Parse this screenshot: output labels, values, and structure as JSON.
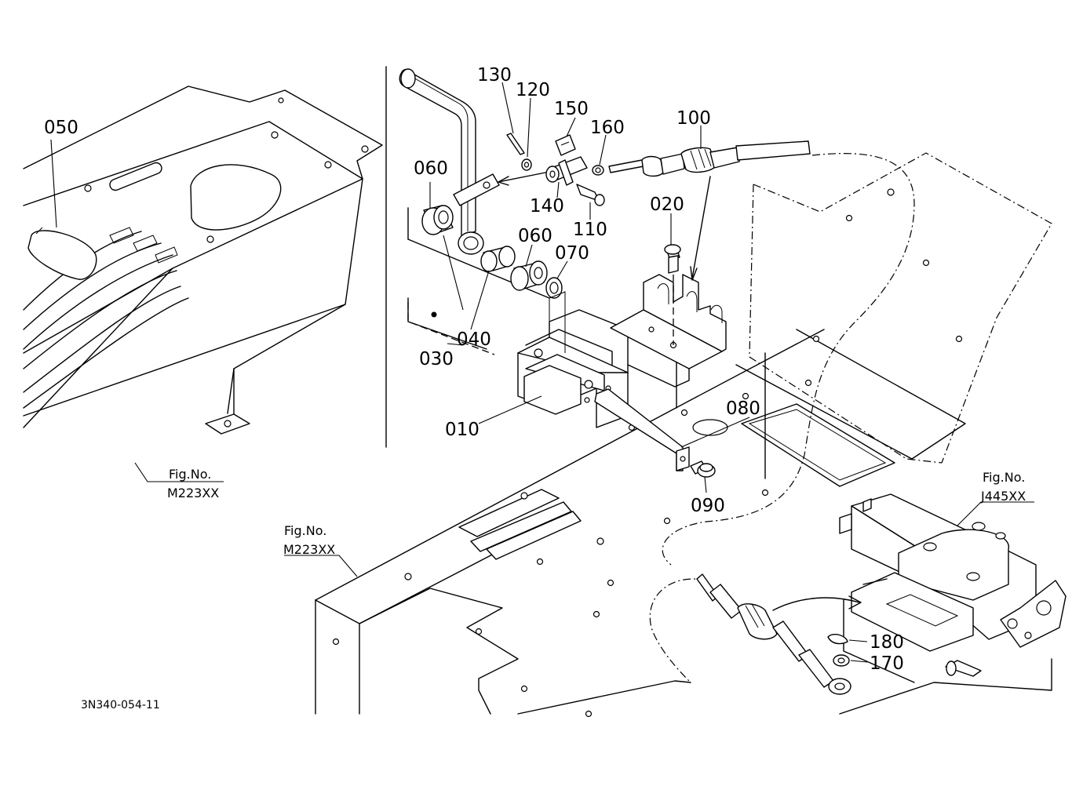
{
  "diagram": {
    "parts": [
      {
        "id": "p010",
        "label": "010"
      },
      {
        "id": "p020",
        "label": "020"
      },
      {
        "id": "p030",
        "label": "030"
      },
      {
        "id": "p040",
        "label": "040"
      },
      {
        "id": "p050",
        "label": "050"
      },
      {
        "id": "p060a",
        "label": "060"
      },
      {
        "id": "p060b",
        "label": "060"
      },
      {
        "id": "p070",
        "label": "070"
      },
      {
        "id": "p080",
        "label": "080"
      },
      {
        "id": "p090",
        "label": "090"
      },
      {
        "id": "p100",
        "label": "100"
      },
      {
        "id": "p110",
        "label": "110"
      },
      {
        "id": "p120",
        "label": "120"
      },
      {
        "id": "p130",
        "label": "130"
      },
      {
        "id": "p140",
        "label": "140"
      },
      {
        "id": "p150",
        "label": "150"
      },
      {
        "id": "p160",
        "label": "160"
      },
      {
        "id": "p170",
        "label": "170"
      },
      {
        "id": "p180",
        "label": "180"
      }
    ],
    "figure_refs": [
      {
        "id": "ref-left",
        "line1": "Fig.No.",
        "line2": "M223XX"
      },
      {
        "id": "ref-center",
        "line1": "Fig.No.",
        "line2": "M223XX"
      },
      {
        "id": "ref-right",
        "line1": "Fig.No.",
        "line2": "J445XX"
      }
    ],
    "drawing_code": "3N340-054-11"
  }
}
